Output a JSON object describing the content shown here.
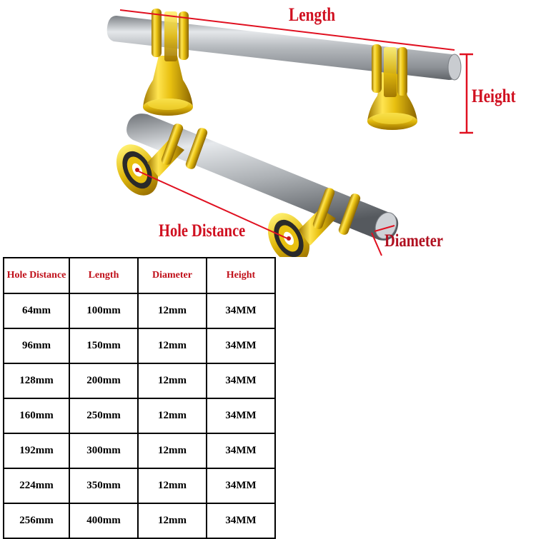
{
  "labels": {
    "length": "Length",
    "height": "Height",
    "hole_distance": "Hole Distance",
    "diameter": "Diameter"
  },
  "colors": {
    "label_red": "#d01020",
    "gold": "#e8c010",
    "steel": "#b8bcc0"
  },
  "table": {
    "headers": [
      "Hole Distance",
      "Length",
      "Diameter",
      "Height"
    ],
    "rows": [
      [
        "64mm",
        "100mm",
        "12mm",
        "34MM"
      ],
      [
        "96mm",
        "150mm",
        "12mm",
        "34MM"
      ],
      [
        "128mm",
        "200mm",
        "12mm",
        "34MM"
      ],
      [
        "160mm",
        "250mm",
        "12mm",
        "34MM"
      ],
      [
        "192mm",
        "300mm",
        "12mm",
        "34MM"
      ],
      [
        "224mm",
        "350mm",
        "12mm",
        "34MM"
      ],
      [
        "256mm",
        "400mm",
        "12mm",
        "34MM"
      ]
    ]
  }
}
